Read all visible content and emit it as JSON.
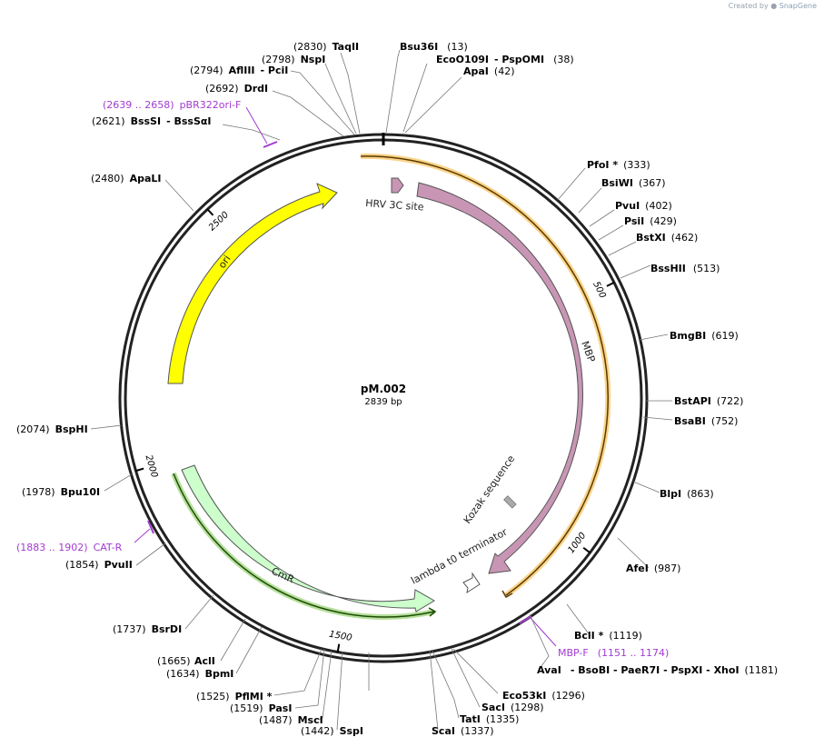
{
  "credit": {
    "text": "Created by",
    "brand": "SnapGene"
  },
  "plasmid": {
    "name": "pM.002",
    "size_label": "2839 bp",
    "length": 2839
  },
  "ticks": [
    {
      "pos": 500,
      "label": "500"
    },
    {
      "pos": 1000,
      "label": "1000"
    },
    {
      "pos": 1500,
      "label": "1500"
    },
    {
      "pos": 2000,
      "label": "2000"
    },
    {
      "pos": 2500,
      "label": "2500"
    }
  ],
  "features": [
    {
      "name": "ori",
      "label": "ori",
      "color": "#ffff00",
      "stroke": "#555555"
    },
    {
      "name": "hrv",
      "label": "HRV 3C site",
      "color": "#c896b4",
      "stroke": "#555555"
    },
    {
      "name": "mbp",
      "label": "MBP",
      "color": "#c896b4",
      "stroke": "#555555"
    },
    {
      "name": "cmr",
      "label": "CmR",
      "color": "#ccffcc",
      "stroke": "#555555"
    },
    {
      "name": "lambda",
      "label": "lambda t0 terminator",
      "color": "#ffffff",
      "stroke": "#555555"
    },
    {
      "name": "kozak",
      "label": "Kozak sequence",
      "color": "#aaaaaa",
      "stroke": "#777777"
    }
  ],
  "orfs": [
    {
      "name": "orf-top",
      "color": "#f5a623"
    },
    {
      "name": "orf-bottom",
      "color": "#7ec850"
    }
  ],
  "sites": [
    {
      "id": "taqii",
      "name": "TaqII",
      "pos": "(2830)"
    },
    {
      "id": "nspi",
      "name": "NspI",
      "pos": "(2798)"
    },
    {
      "id": "afliii",
      "name": "AflIII",
      "extra": "- PciI",
      "pos": "(2794)"
    },
    {
      "id": "drdi",
      "name": "DrdI",
      "pos": "(2692)"
    },
    {
      "id": "bsssi",
      "name": "BssSI",
      "extra": "- BssSαI",
      "pos": "(2621)"
    },
    {
      "id": "apali",
      "name": "ApaLI",
      "pos": "(2480)"
    },
    {
      "id": "bspHI",
      "name": "BspHI",
      "pos": "(2074)"
    },
    {
      "id": "bpu10i",
      "name": "Bpu10I",
      "pos": "(1978)"
    },
    {
      "id": "pvuii",
      "name": "PvuII",
      "pos": "(1854)"
    },
    {
      "id": "bsrdi",
      "name": "BsrDI",
      "pos": "(1737)"
    },
    {
      "id": "acli",
      "name": "AclI",
      "pos": "(1665)"
    },
    {
      "id": "bpmi",
      "name": "BpmI",
      "pos": "(1634)"
    },
    {
      "id": "pflmi",
      "name": "PflMI *",
      "pos": "(1525)"
    },
    {
      "id": "pasi",
      "name": "PasI",
      "pos": "(1519)"
    },
    {
      "id": "msci",
      "name": "MscI",
      "pos": "(1487)"
    },
    {
      "id": "sspi",
      "name": "SspI",
      "pos": "(1442)"
    },
    {
      "id": "scai",
      "name": "ScaI",
      "pos": "(1337)"
    },
    {
      "id": "tati",
      "name": "TatI",
      "pos": "(1335)"
    },
    {
      "id": "saci",
      "name": "SacI",
      "pos": "(1298)"
    },
    {
      "id": "eco53ki",
      "name": "Eco53kI",
      "pos": "(1296)"
    },
    {
      "id": "avai",
      "name": "AvaI",
      "extra": "- BsoBI   - PaeR7I   - PspXI   - XhoI",
      "pos": "(1181)"
    },
    {
      "id": "bcli",
      "name": "BclI *",
      "pos": "(1119)"
    },
    {
      "id": "afei",
      "name": "AfeI",
      "pos": "(987)"
    },
    {
      "id": "blpi",
      "name": "BlpI",
      "pos": "(863)"
    },
    {
      "id": "bsabi",
      "name": "BsaBI",
      "pos": "(752)"
    },
    {
      "id": "bstapi",
      "name": "BstAPI",
      "pos": "(722)"
    },
    {
      "id": "bmgbi",
      "name": "BmgBI",
      "pos": "(619)"
    },
    {
      "id": "bsshii",
      "name": "BssHII",
      "pos": "(513)"
    },
    {
      "id": "bstxi",
      "name": "BstXI",
      "pos": "(462)"
    },
    {
      "id": "psii",
      "name": "PsiI",
      "pos": "(429)"
    },
    {
      "id": "pvui",
      "name": "PvuI",
      "pos": "(402)"
    },
    {
      "id": "bsiwi",
      "name": "BsiWI",
      "pos": "(367)"
    },
    {
      "id": "pfoi",
      "name": "PfoI *",
      "pos": "(333)"
    },
    {
      "id": "bsu36i",
      "name": "Bsu36I",
      "pos": "(13)"
    },
    {
      "id": "eco0109i",
      "name": "EcoO109I",
      "extra": "- PspOMI",
      "pos": "(38)"
    },
    {
      "id": "apai",
      "name": "ApaI",
      "pos": "(42)"
    }
  ],
  "primers": [
    {
      "id": "pbr322",
      "range": "(2639 .. 2658)",
      "name": "pBR322ori-F"
    },
    {
      "id": "catr",
      "range": "(1883 .. 1902)",
      "name": "CAT-R"
    },
    {
      "id": "mbpf",
      "name": "MBP-F",
      "range": "(1151 .. 1174)"
    }
  ]
}
